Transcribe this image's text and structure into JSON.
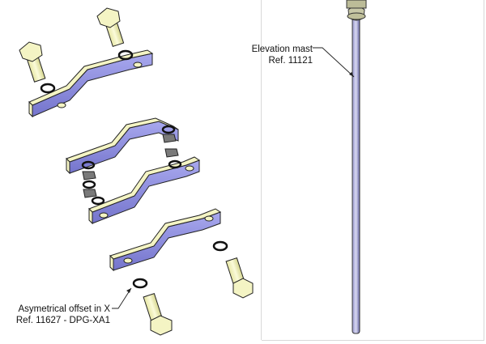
{
  "labels": {
    "mast_line1": "Elevation mast",
    "mast_line2": "Ref. 11121",
    "offset_line1": "Asymetrical offset in X",
    "offset_line2": "Ref. 11627 - DPG-XA1"
  },
  "colors": {
    "bracket_top": "#f4f4c4",
    "bracket_side": "#8a8ade",
    "bolt_body": "#f0f0b8",
    "washer": "#111111",
    "nut": "#7a7a7a",
    "mast": "#6a6aa8"
  }
}
